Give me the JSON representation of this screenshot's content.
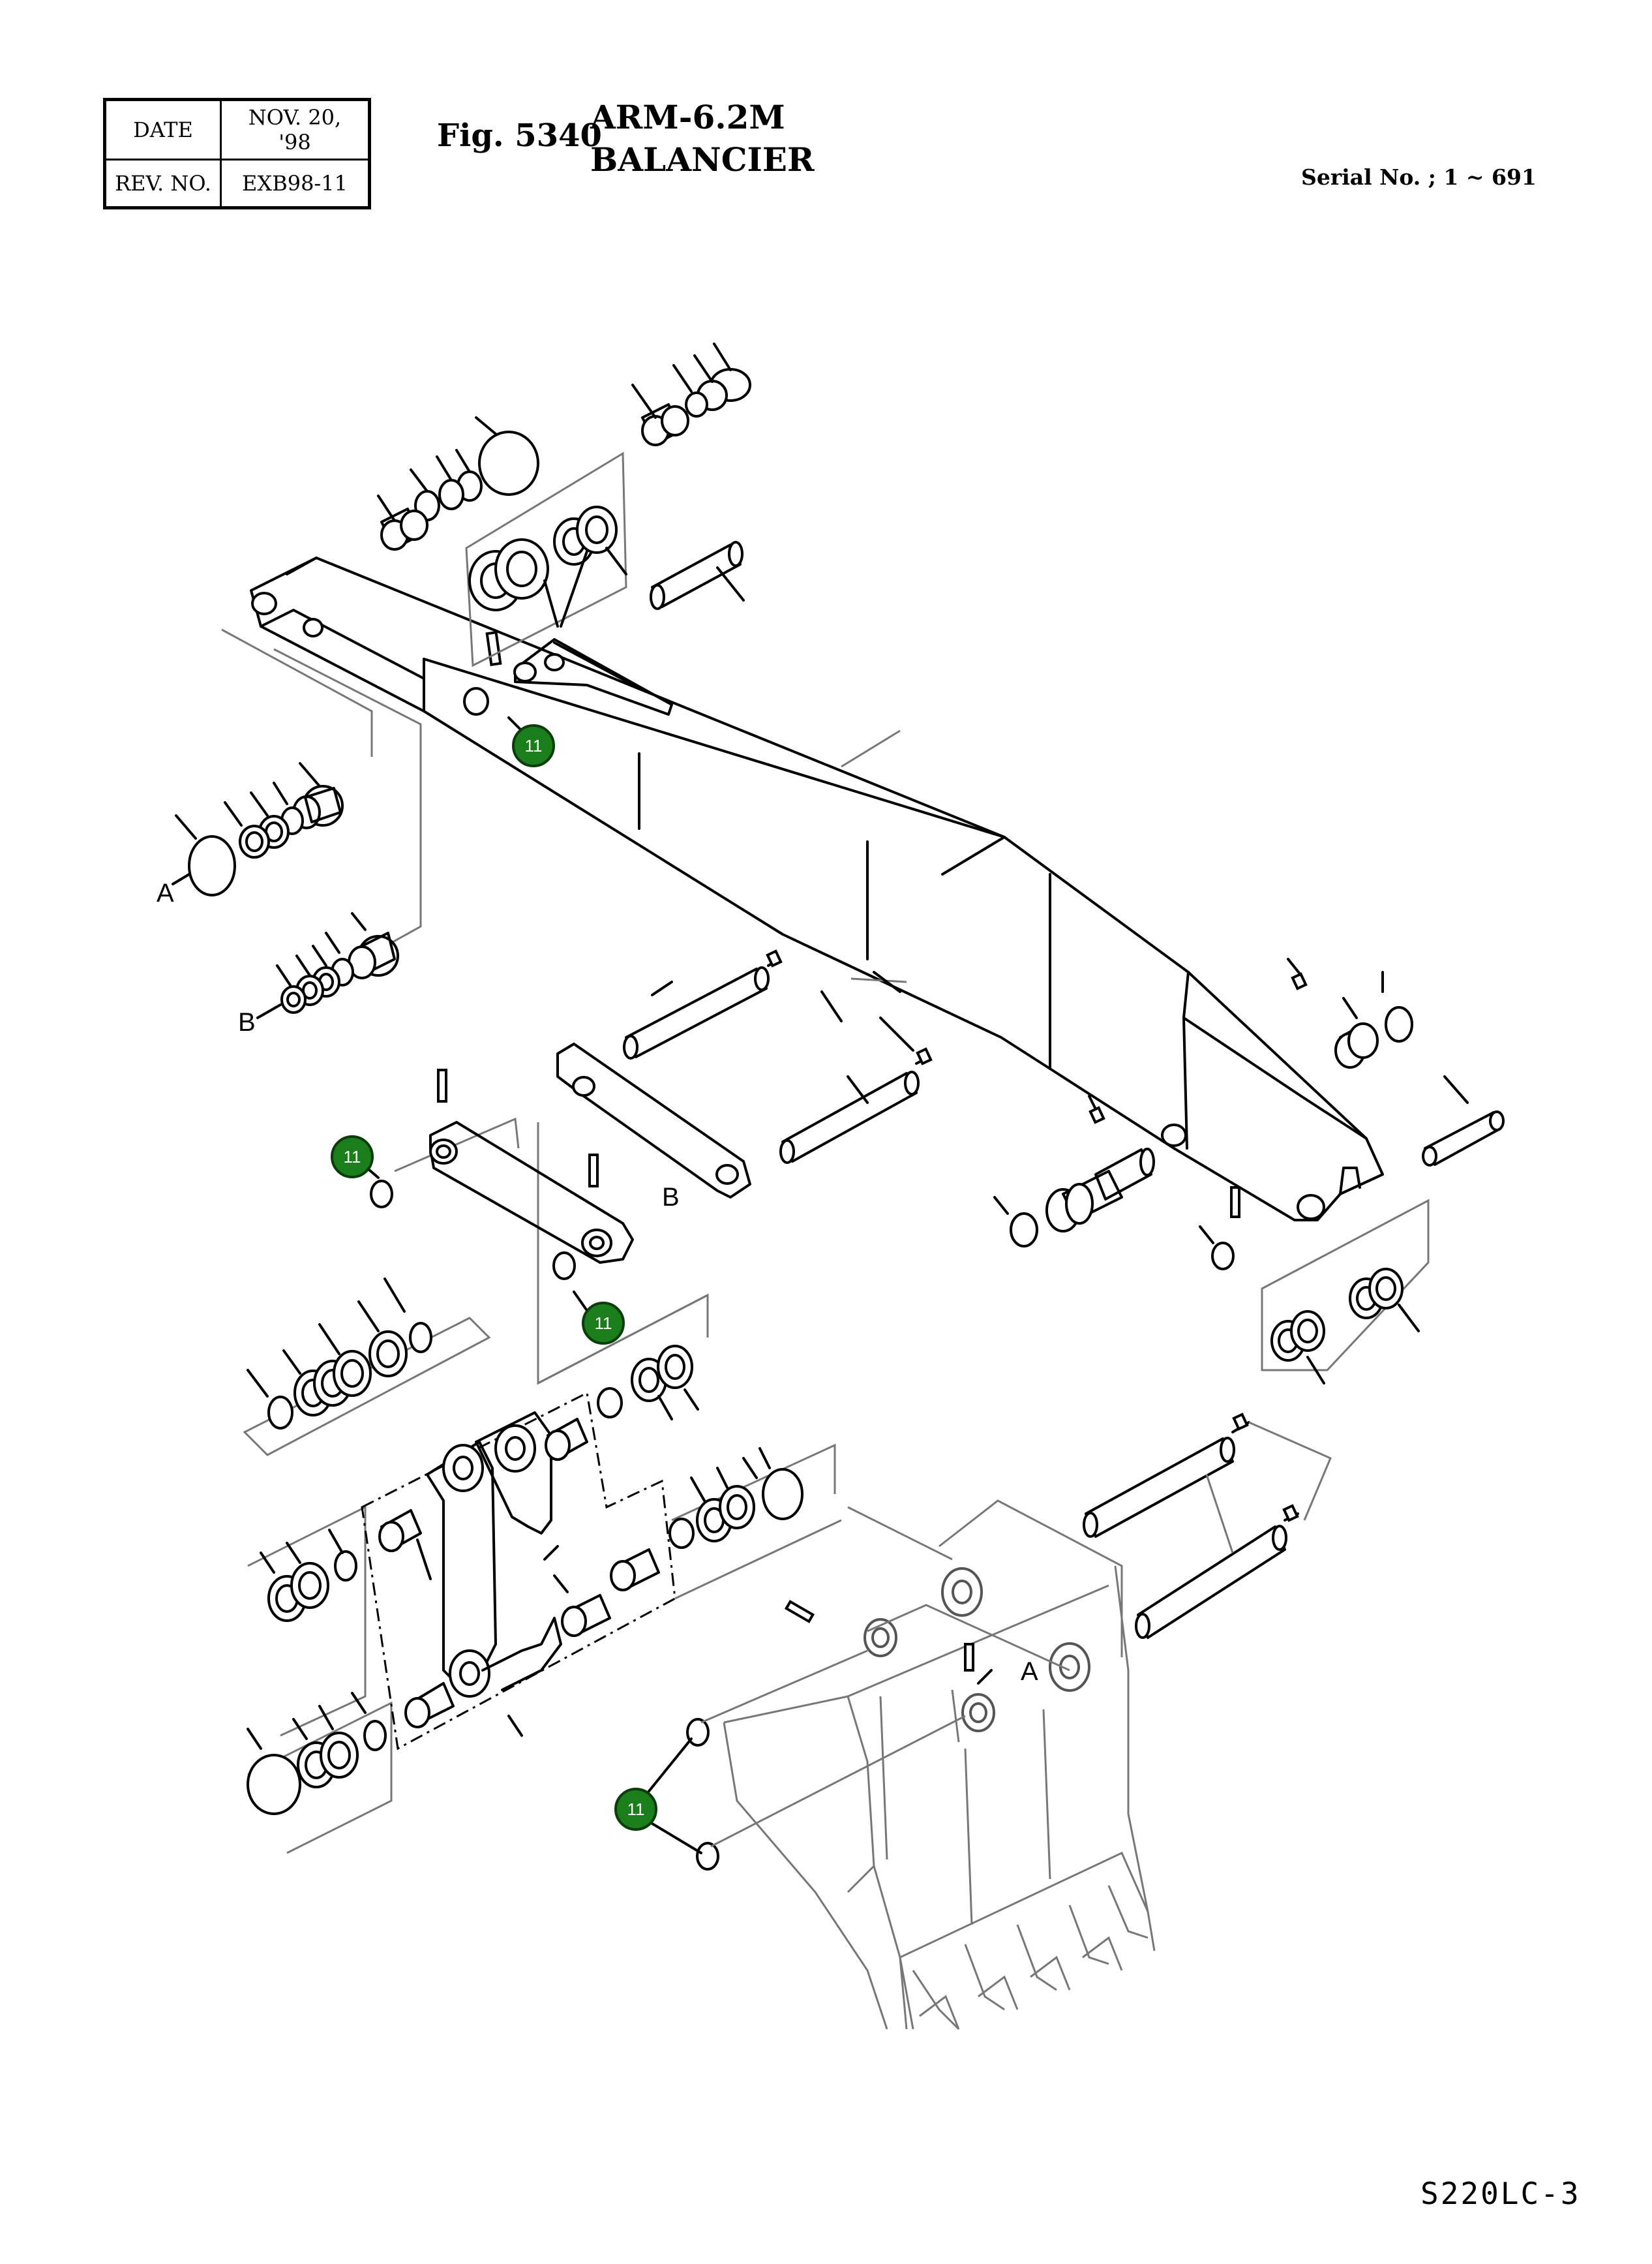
{
  "header": {
    "date_label": "DATE",
    "date_value": "NOV. 20, '98",
    "rev_label": "REV. NO.",
    "rev_value": "EXB98-11"
  },
  "figure": {
    "fig_number": "Fig. 5340",
    "title_en": "ARM-6.2M",
    "title_fr": "BALANCIER",
    "serial": "Serial No. ; 1 ~ 691"
  },
  "reference_letters": {
    "a": "A",
    "b": "B"
  },
  "callouts": [
    {
      "label": "11"
    },
    {
      "label": "11"
    },
    {
      "label": "11"
    },
    {
      "label": "11"
    }
  ],
  "footer": {
    "model": "S220LC-3"
  }
}
